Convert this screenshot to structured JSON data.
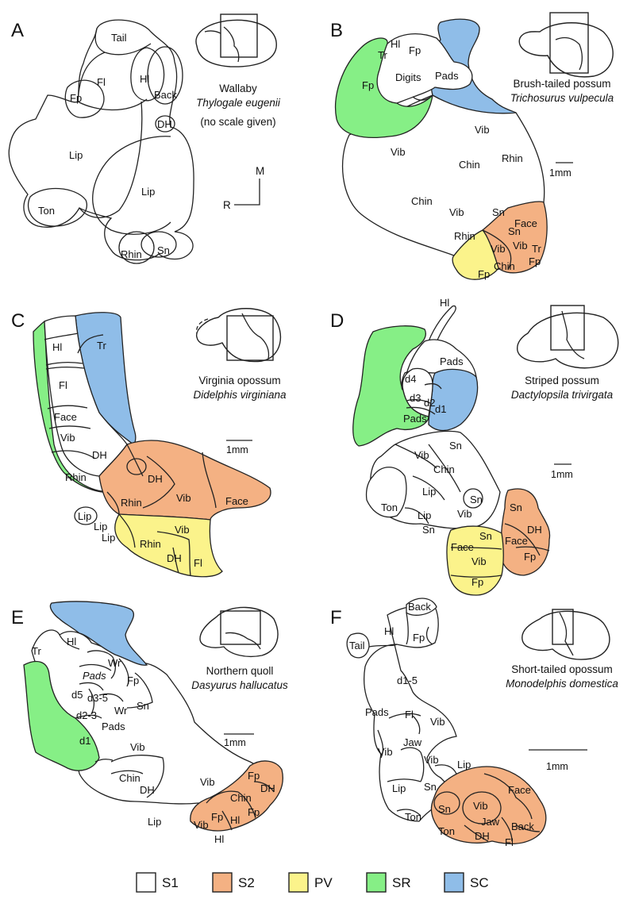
{
  "legend": [
    {
      "label": "S1",
      "color": "#ffffff"
    },
    {
      "label": "S2",
      "color": "#f4b183"
    },
    {
      "label": "PV",
      "color": "#fbf38b"
    },
    {
      "label": "SR",
      "color": "#86ef86"
    },
    {
      "label": "SC",
      "color": "#8fbde8"
    }
  ],
  "panels": {
    "A": {
      "letter": "A",
      "common_name": "Wallaby",
      "latin_name": "Thylogale eugenii",
      "note": "(no scale given)",
      "axis": {
        "m": "M",
        "r": "R"
      },
      "labels": [
        "Tail",
        "Hl",
        "Back",
        "Fl",
        "Fp",
        "DH",
        "Lip",
        "Lip",
        "Ton",
        "Rhin",
        "Sn"
      ]
    },
    "B": {
      "letter": "B",
      "common_name": "Brush-tailed possum",
      "latin_name": "Trichosurus vulpecula",
      "scale": "1mm",
      "labels": [
        "Hl",
        "Tr",
        "Fp",
        "Fp",
        "Digits",
        "Pads",
        "Vib",
        "Vib",
        "Chin",
        "Rhin",
        "Chin",
        "Vib",
        "Sn",
        "Rhin",
        "Face",
        "Sn",
        "Vib",
        "Tr",
        "Vib",
        "Fp",
        "Chin",
        "Fp"
      ]
    },
    "C": {
      "letter": "C",
      "common_name": "Virginia opossum",
      "latin_name": "Didelphis virginiana",
      "scale": "1mm",
      "labels": [
        "Hl",
        "Tr",
        "Fl",
        "Face",
        "Vib",
        "DH",
        "Rhin",
        "DH",
        "Vib",
        "Face",
        "Rhin",
        "Lip",
        "Lip",
        "Lip",
        "Vib",
        "Rhin",
        "DH",
        "Fl"
      ]
    },
    "D": {
      "letter": "D",
      "common_name": "Striped possum",
      "latin_name": "Dactylopsila trivirgata",
      "scale": "1mm",
      "labels": [
        "Hl",
        "Pads",
        "d4",
        "d3",
        "d2",
        "d1",
        "Pads",
        "Sn",
        "Vib",
        "Chin",
        "Lip",
        "Sn",
        "Ton",
        "Vib",
        "Lip",
        "Sn",
        "Sn",
        "Sn",
        "DH",
        "Face",
        "Face",
        "Fp",
        "Vib",
        "Fp"
      ]
    },
    "E": {
      "letter": "E",
      "common_name": "Northern quoll",
      "latin_name": "Dasyurus hallucatus",
      "scale": "1mm",
      "labels": [
        "Tr",
        "Hl",
        "Wr",
        "Pads",
        "Fp",
        "d5",
        "d3-5",
        "Wr",
        "Sn",
        "d2-3",
        "Pads",
        "d1",
        "Vib",
        "Chin",
        "DH",
        "Vib",
        "Lip",
        "Fp",
        "DH",
        "Chin",
        "Fp",
        "Fp",
        "Hl",
        "Vib",
        "Hl"
      ]
    },
    "F": {
      "letter": "F",
      "common_name": "Short-tailed opossum",
      "latin_name": "Monodelphis domestica",
      "scale": "1mm",
      "labels": [
        "Back",
        "Tail",
        "Hl",
        "Fp",
        "d1-5",
        "Pads",
        "Fl",
        "Vib",
        "Jaw",
        "Vib",
        "Vib",
        "Lip",
        "Lip",
        "Sn",
        "Face",
        "Sn",
        "Vib",
        "Jaw",
        "Ton",
        "Ton",
        "DH",
        "Back",
        "Fl"
      ]
    }
  }
}
